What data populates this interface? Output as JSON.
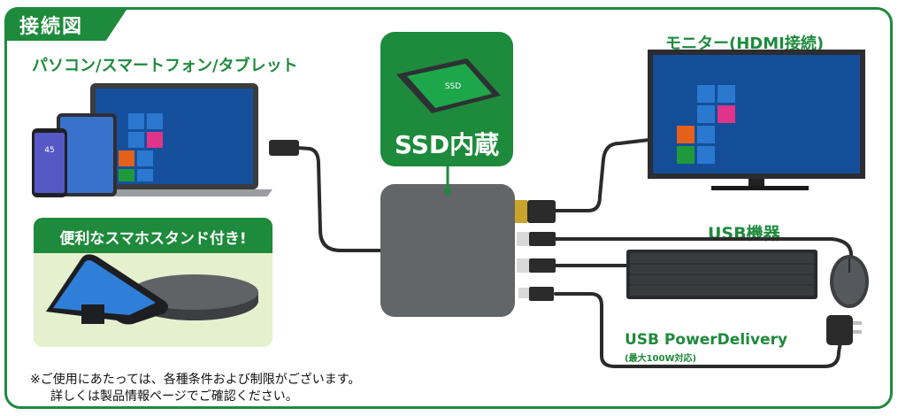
{
  "header": {
    "title": "接続図"
  },
  "devices": {
    "left_label": "パソコン/スマートフォン/タブレット",
    "monitor_label": "モニター(HDMI接続)",
    "usb_label": "USB機器",
    "pd_label": "USB PowerDelivery",
    "pd_sub": "(最大100W対応)"
  },
  "ssd": {
    "label": "SSD内蔵",
    "chip_text": "SSD"
  },
  "stand": {
    "banner": "便利なスマホスタンド付き!"
  },
  "phone_screen": {
    "time": "45"
  },
  "notes": {
    "line1": "※ご使用にあたっては、各種条件および制限がございます。",
    "line2": "詳しくは製品情報ページでご確認ください。"
  },
  "colors": {
    "accent": "#1e8a3c",
    "hub": "#5a5c5f",
    "cable": "#2b2b2b"
  }
}
